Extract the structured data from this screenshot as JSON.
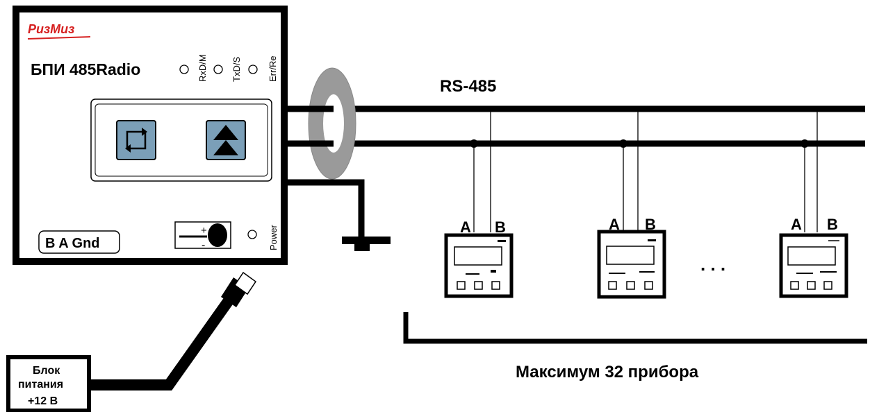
{
  "device": {
    "logo": "РизМиз",
    "model": "БПИ 485Radio",
    "leds": [
      "RxD/M",
      "TxD/S",
      "Err/Re"
    ],
    "terminals": "B A Gnd",
    "power_label": "Power",
    "jack_plus": "+",
    "jack_minus": "-"
  },
  "bus": {
    "label": "RS-485"
  },
  "meters": [
    {
      "a_label": "A",
      "b_label": "B"
    },
    {
      "a_label": "A",
      "b_label": "B"
    },
    {
      "a_label": "A",
      "b_label": "B"
    }
  ],
  "ellipsis": ". . .",
  "max_devices": "Максимум 32  прибора",
  "psu": {
    "line1": "Блок",
    "line2": "питания",
    "line3": "+12 В"
  },
  "colors": {
    "button_fill": "#7b9fb8",
    "ferrite": "#9a9a9a",
    "line": "#000000",
    "logo": "#d62020"
  },
  "icons": [
    "sync-icon",
    "double-up-arrow-icon",
    "led-indicator-icon",
    "ferrite-ring-icon",
    "ground-symbol-icon",
    "dc-jack-icon"
  ]
}
